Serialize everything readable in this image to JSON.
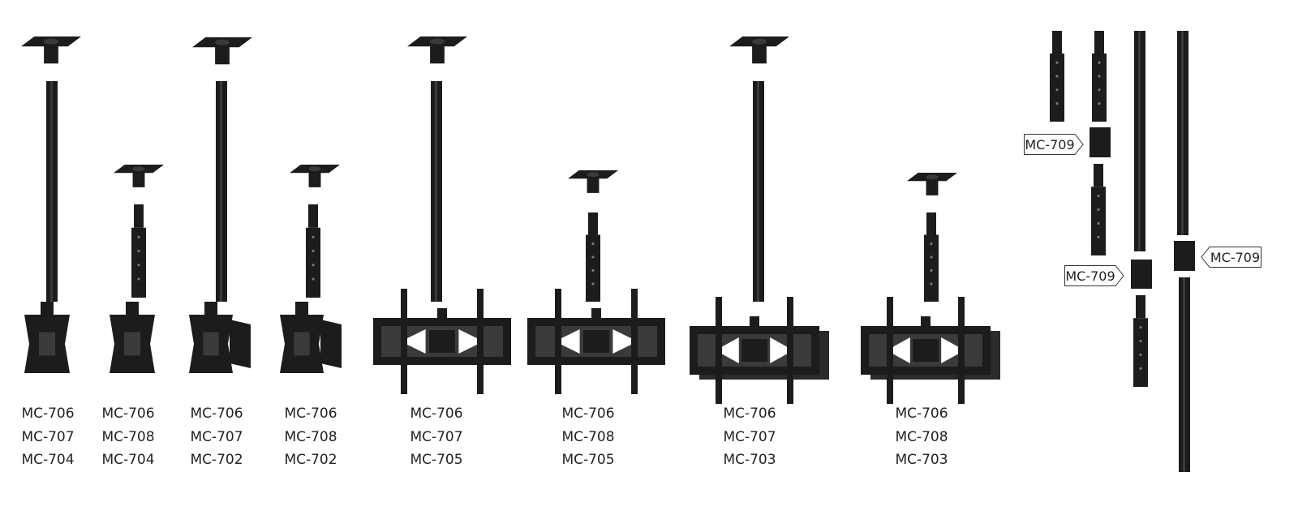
{
  "colors": {
    "metal": "#1c1c1c",
    "metal_light": "#3a3a3a",
    "background": "#ffffff",
    "text": "#222222"
  },
  "configurations": [
    {
      "codes": [
        "MC-706",
        "MC-707",
        "MC-704"
      ]
    },
    {
      "codes": [
        "MC-706",
        "MC-708",
        "MC-704"
      ]
    },
    {
      "codes": [
        "MC-706",
        "MC-707",
        "MC-702"
      ]
    },
    {
      "codes": [
        "MC-706",
        "MC-708",
        "MC-702"
      ]
    },
    {
      "codes": [
        "MC-706",
        "MC-707",
        "MC-705"
      ]
    },
    {
      "codes": [
        "MC-706",
        "MC-708",
        "MC-705"
      ]
    },
    {
      "codes": [
        "MC-706",
        "MC-707",
        "MC-703"
      ]
    },
    {
      "codes": [
        "MC-706",
        "MC-708",
        "MC-703"
      ]
    }
  ],
  "extension": {
    "callouts": [
      "MC-709",
      "MC-709",
      "MC-709"
    ]
  }
}
